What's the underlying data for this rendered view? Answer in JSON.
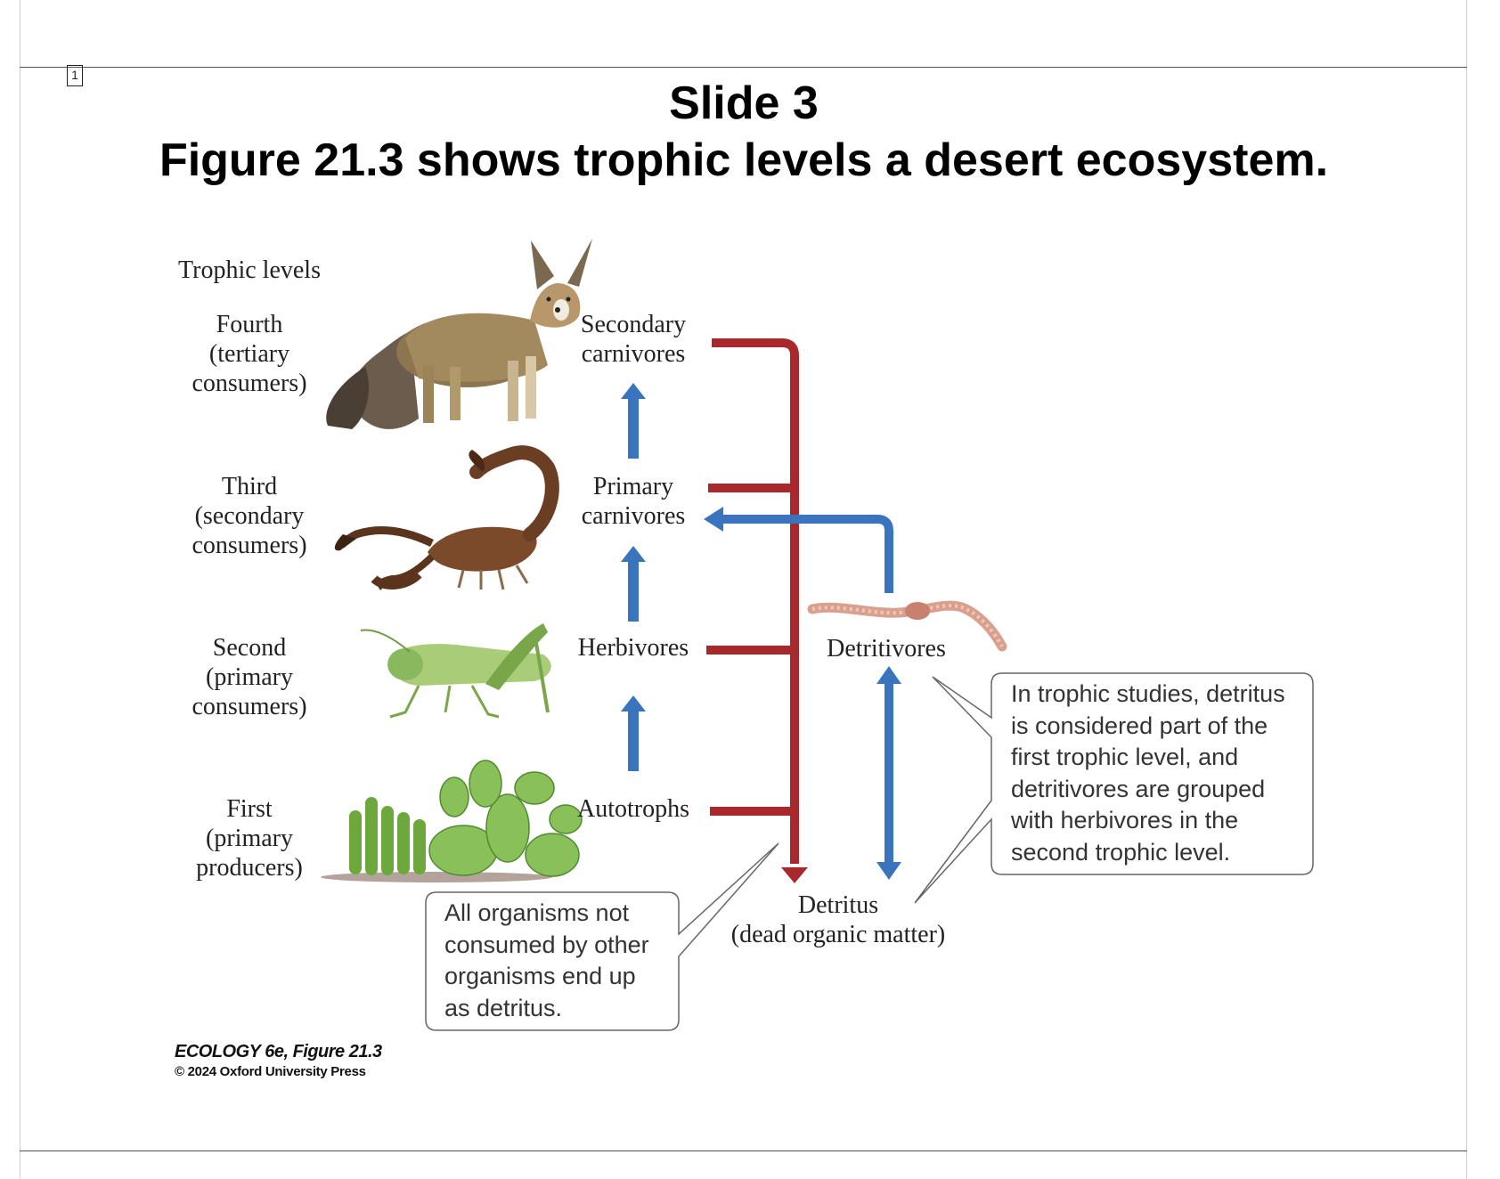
{
  "page": {
    "slide_number": "1",
    "title_line1": "Slide 3",
    "title_line2": "Figure 21.3 shows trophic levels  a desert ecosystem."
  },
  "figure": {
    "header": "Trophic levels",
    "levels": [
      {
        "name": "Fourth",
        "role1": "(tertiary",
        "role2": "consumers)",
        "group1": "Secondary",
        "group2": "carnivores",
        "organism": "fox"
      },
      {
        "name": "Third",
        "role1": "(secondary",
        "role2": "consumers)",
        "group1": "Primary",
        "group2": "carnivores",
        "organism": "scorpion"
      },
      {
        "name": "Second",
        "role1": "(primary",
        "role2": "consumers)",
        "group1": "Herbivores",
        "group2": "",
        "organism": "grasshopper"
      },
      {
        "name": "First",
        "role1": "(primary",
        "role2": "producers)",
        "group1": "Autotrophs",
        "group2": "",
        "organism": "cactus"
      }
    ],
    "detritivores_label": "Detritivores",
    "detritus_label1": "Detritus",
    "detritus_label2": "(dead organic matter)",
    "callout_left": [
      "All organisms not",
      "consumed by other",
      "organisms end up",
      "as detritus."
    ],
    "callout_right": [
      "In trophic studies, detritus",
      "is considered part of the",
      "first trophic level, and",
      "detritivores are grouped",
      "with herbivores in the",
      "second trophic level."
    ],
    "credit_line1": "ECOLOGY 6e, Figure 21.3",
    "credit_line2": "© 2024 Oxford University Press",
    "colors": {
      "red_arrow": "#a8282b",
      "blue_arrow": "#3a74bf"
    }
  }
}
